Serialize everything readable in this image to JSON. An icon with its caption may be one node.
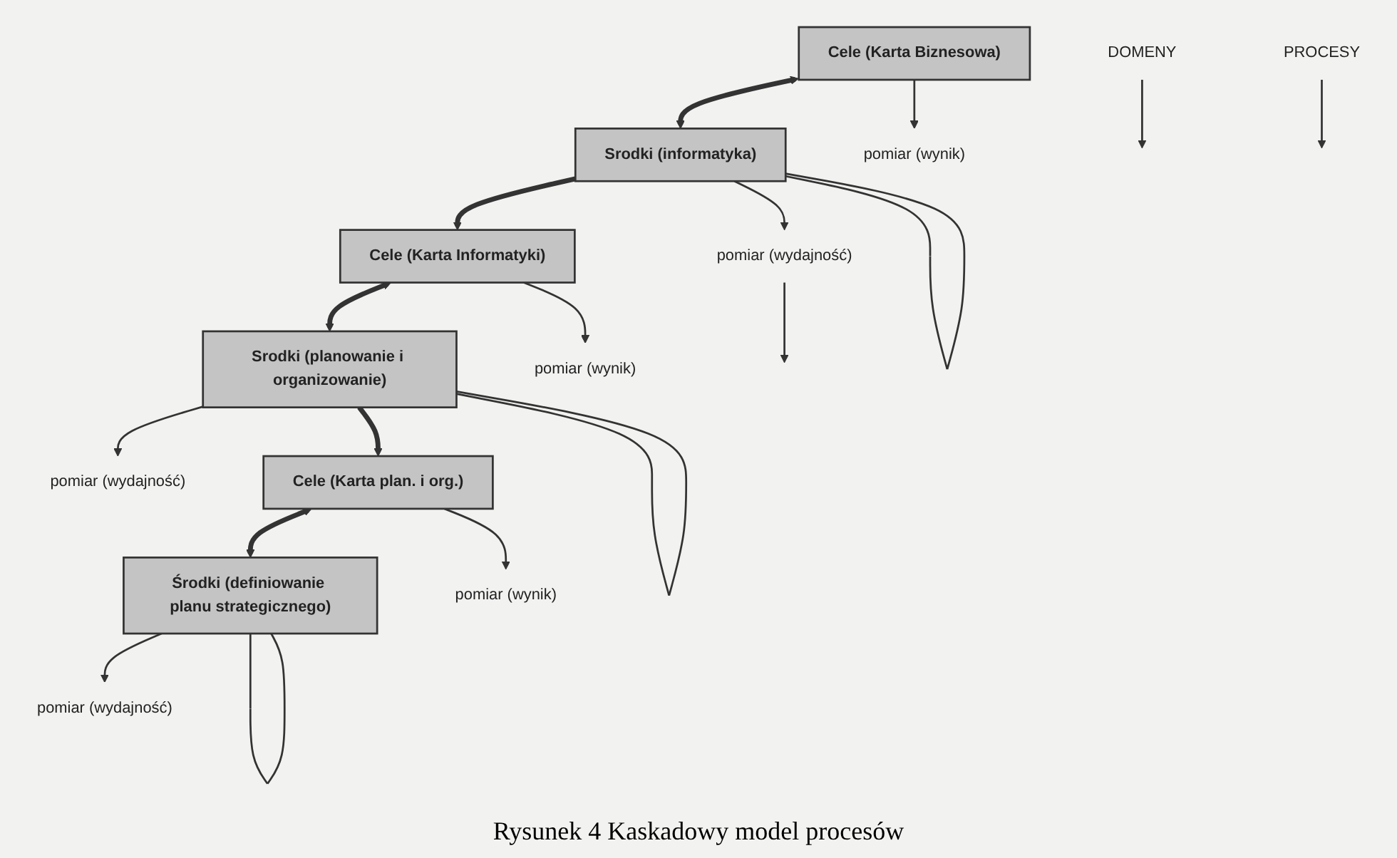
{
  "diagram": {
    "caption": "Rysunek 4 Kaskadowy model procesów",
    "nodes": [
      {
        "text": [
          "Cele (Karta Biznesowa)"
        ]
      },
      {
        "text": [
          "Srodki (informatyka)"
        ]
      },
      {
        "text": [
          "pomiar (wynik)"
        ]
      },
      {
        "text": [
          "pomiar (wydajność)"
        ]
      },
      {
        "text": [
          "Cele (Karta Informatyki)"
        ]
      },
      {
        "text": [
          "Srodki (planowanie i organizowanie)"
        ]
      },
      {
        "text": [
          "pomiar (wynik)"
        ]
      },
      {
        "text": [
          "pomiar (wydajność)"
        ]
      },
      {
        "text": [
          "DOMENY"
        ]
      },
      {
        "text": [
          "Cele (Karta plan. i org.)"
        ]
      },
      {
        "text": [
          "Środki (definiowanie planu strategicznego)"
        ]
      },
      {
        "text": [
          "pomiar (wynik)"
        ]
      },
      {
        "text": [
          "pomiar (wydajność)"
        ]
      },
      {
        "text": [
          "PROCESY"
        ]
      }
    ],
    "edges": [
      {
        "from": 0,
        "to": 1,
        "arrow": "both",
        "style": "thick"
      },
      {
        "from": 1,
        "to": 1,
        "arrow": "none"
      },
      {
        "from": 0,
        "to": 2,
        "arrow": "to"
      },
      {
        "from": 1,
        "to": 3,
        "arrow": "to"
      },
      {
        "from": 3,
        "to": null,
        "arrow": "to"
      },
      {
        "from": 1,
        "to": 4,
        "arrow": "to",
        "style": "thick"
      },
      {
        "from": 4,
        "to": 5,
        "arrow": "both",
        "style": "thick"
      },
      {
        "from": 5,
        "to": 5,
        "arrow": "none"
      },
      {
        "from": 4,
        "to": 6,
        "arrow": "to"
      },
      {
        "from": 5,
        "to": 7,
        "arrow": "to"
      },
      {
        "from": 8,
        "to": null,
        "arrow": "to"
      },
      {
        "from": 5,
        "to": 9,
        "arrow": "to",
        "style": "thick"
      },
      {
        "from": 9,
        "to": 10,
        "arrow": "both",
        "style": "thick"
      },
      {
        "from": 10,
        "to": 10,
        "arrow": "none"
      },
      {
        "from": 9,
        "to": 11,
        "arrow": "to"
      },
      {
        "from": 10,
        "to": 12,
        "arrow": "to"
      },
      {
        "from": 13,
        "to": null,
        "arrow": "to"
      }
    ]
  }
}
